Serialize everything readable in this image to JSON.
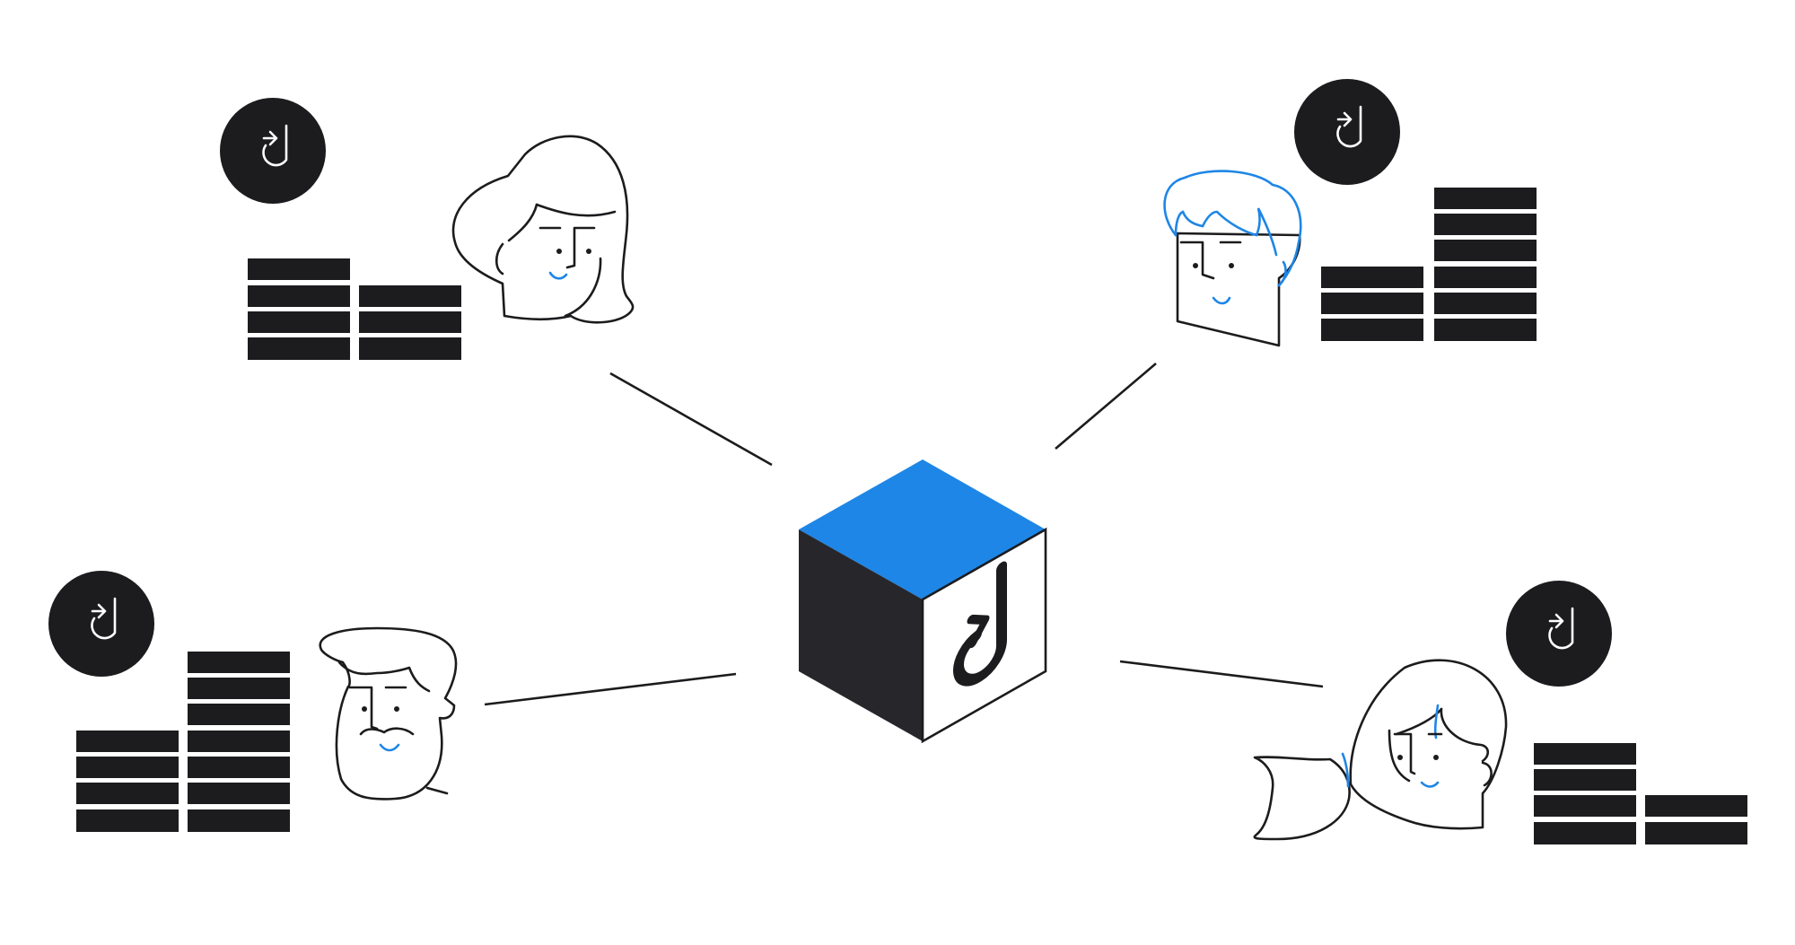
{
  "colors": {
    "ink": "#1c1c1f",
    "accent": "#1e86e6",
    "background": "#ffffff"
  },
  "hub": {
    "icon": "cube-icon",
    "logo_icon": "d-logo-icon"
  },
  "participants": [
    {
      "name": "top-left",
      "badge_icon": "d-logo-icon",
      "avatar_icon": "woman-long-hair-icon",
      "token_stacks": [
        4,
        3
      ]
    },
    {
      "name": "top-right",
      "badge_icon": "d-logo-icon",
      "avatar_icon": "man-short-hair-icon",
      "token_stacks": [
        3,
        6
      ]
    },
    {
      "name": "bottom-left",
      "badge_icon": "d-logo-icon",
      "avatar_icon": "man-mustache-icon",
      "token_stacks": [
        4,
        7
      ]
    },
    {
      "name": "bottom-right",
      "badge_icon": "d-logo-icon",
      "avatar_icon": "woman-ponytail-icon",
      "token_stacks": [
        4,
        2
      ]
    }
  ]
}
